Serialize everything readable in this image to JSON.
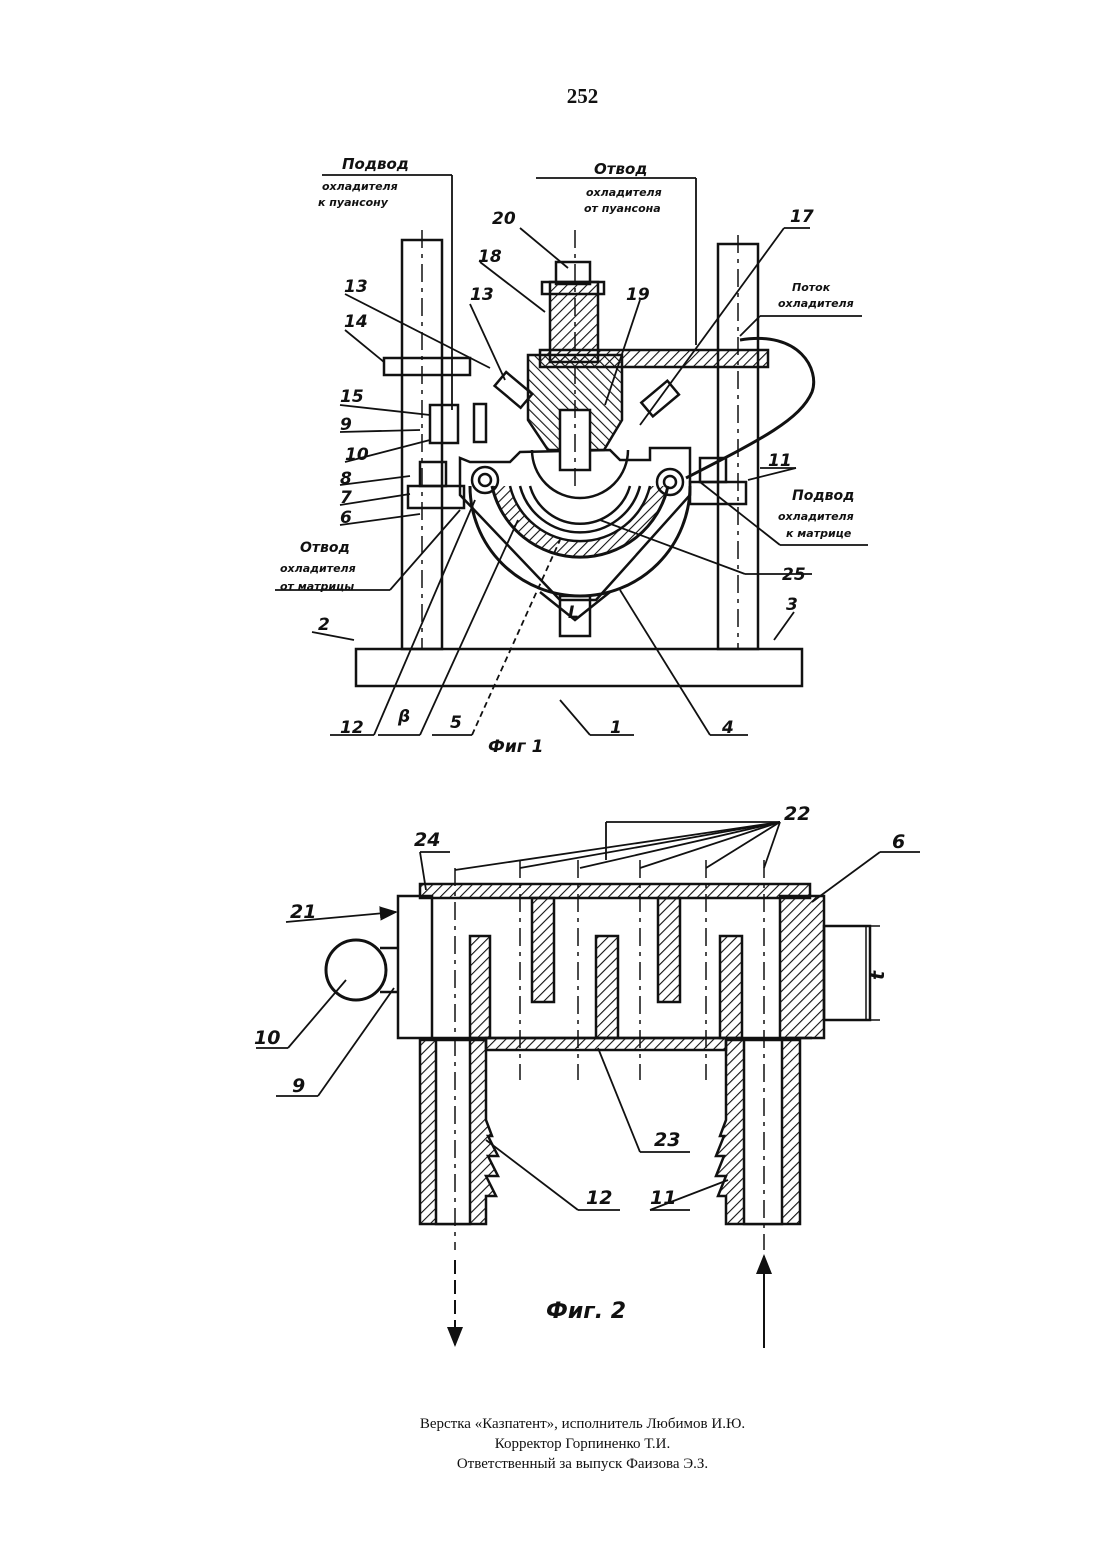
{
  "page_number": "252",
  "fig1": {
    "caption": "Фиг 1",
    "notes": {
      "supply_to_punch_1": "Подвод",
      "supply_to_punch_2": "охладителя",
      "supply_to_punch_3": "к пуансону",
      "drain_from_punch_1": "Отвод",
      "drain_from_punch_2": "охладителя",
      "drain_from_punch_3": "от пуансона",
      "coolant_flow_1": "Поток",
      "coolant_flow_2": "охладителя",
      "supply_to_die_1": "Подвод",
      "supply_to_die_2": "охладителя",
      "supply_to_die_3": "к матрице",
      "drain_from_die_1": "Отвод",
      "drain_from_die_2": "охладителя",
      "drain_from_die_3": "от матрицы"
    },
    "labels": [
      "20",
      "18",
      "13",
      "13",
      "14",
      "15",
      "9",
      "10",
      "8",
      "7",
      "6",
      "2",
      "12",
      "β",
      "5",
      "1",
      "4",
      "3",
      "11",
      "25",
      "17",
      "19",
      "L"
    ]
  },
  "fig2": {
    "caption": "Фиг. 2",
    "labels": [
      "22",
      "24",
      "6",
      "21",
      "10",
      "9",
      "23",
      "12",
      "11",
      "t"
    ]
  },
  "footer": {
    "line1": "Верстка «Казпатент», исполнитель Любимов И.Ю.",
    "line2": "Корректор Горпиненко Т.И.",
    "line3": "Ответственный за выпуск Фаизова Э.З."
  }
}
